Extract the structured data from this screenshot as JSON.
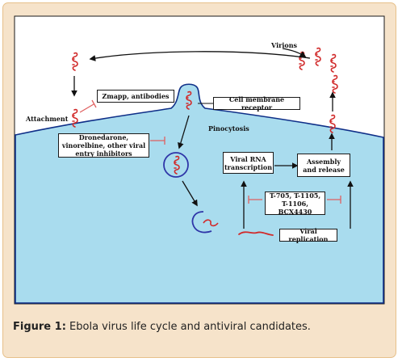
{
  "labels": {
    "virions": "Virions",
    "attachment": "Attachment",
    "pinocytosis": "Pinocytosis"
  },
  "boxes": {
    "zmapp": "Zmapp, antibodies",
    "receptor": "Cell membrane receptor",
    "dronedarone": "Dronedarone, vinorelbine, other viral entry inhibitors",
    "transcription": "Viral RNA transcription",
    "assembly": "Assembly and release",
    "drugs": "T-705, T-1105, T-1106, BCX4430",
    "replication": "Viral replication"
  },
  "caption": {
    "label": "Figure 1:",
    "text": " Ebola virus life cycle and antiviral candidates."
  },
  "colors": {
    "cell": "#a9dcee",
    "virus": "#d12a2a",
    "vesicle": "#2f36a8",
    "inhibitor": "#e06060",
    "caption_bg": "#f6e3ca"
  }
}
